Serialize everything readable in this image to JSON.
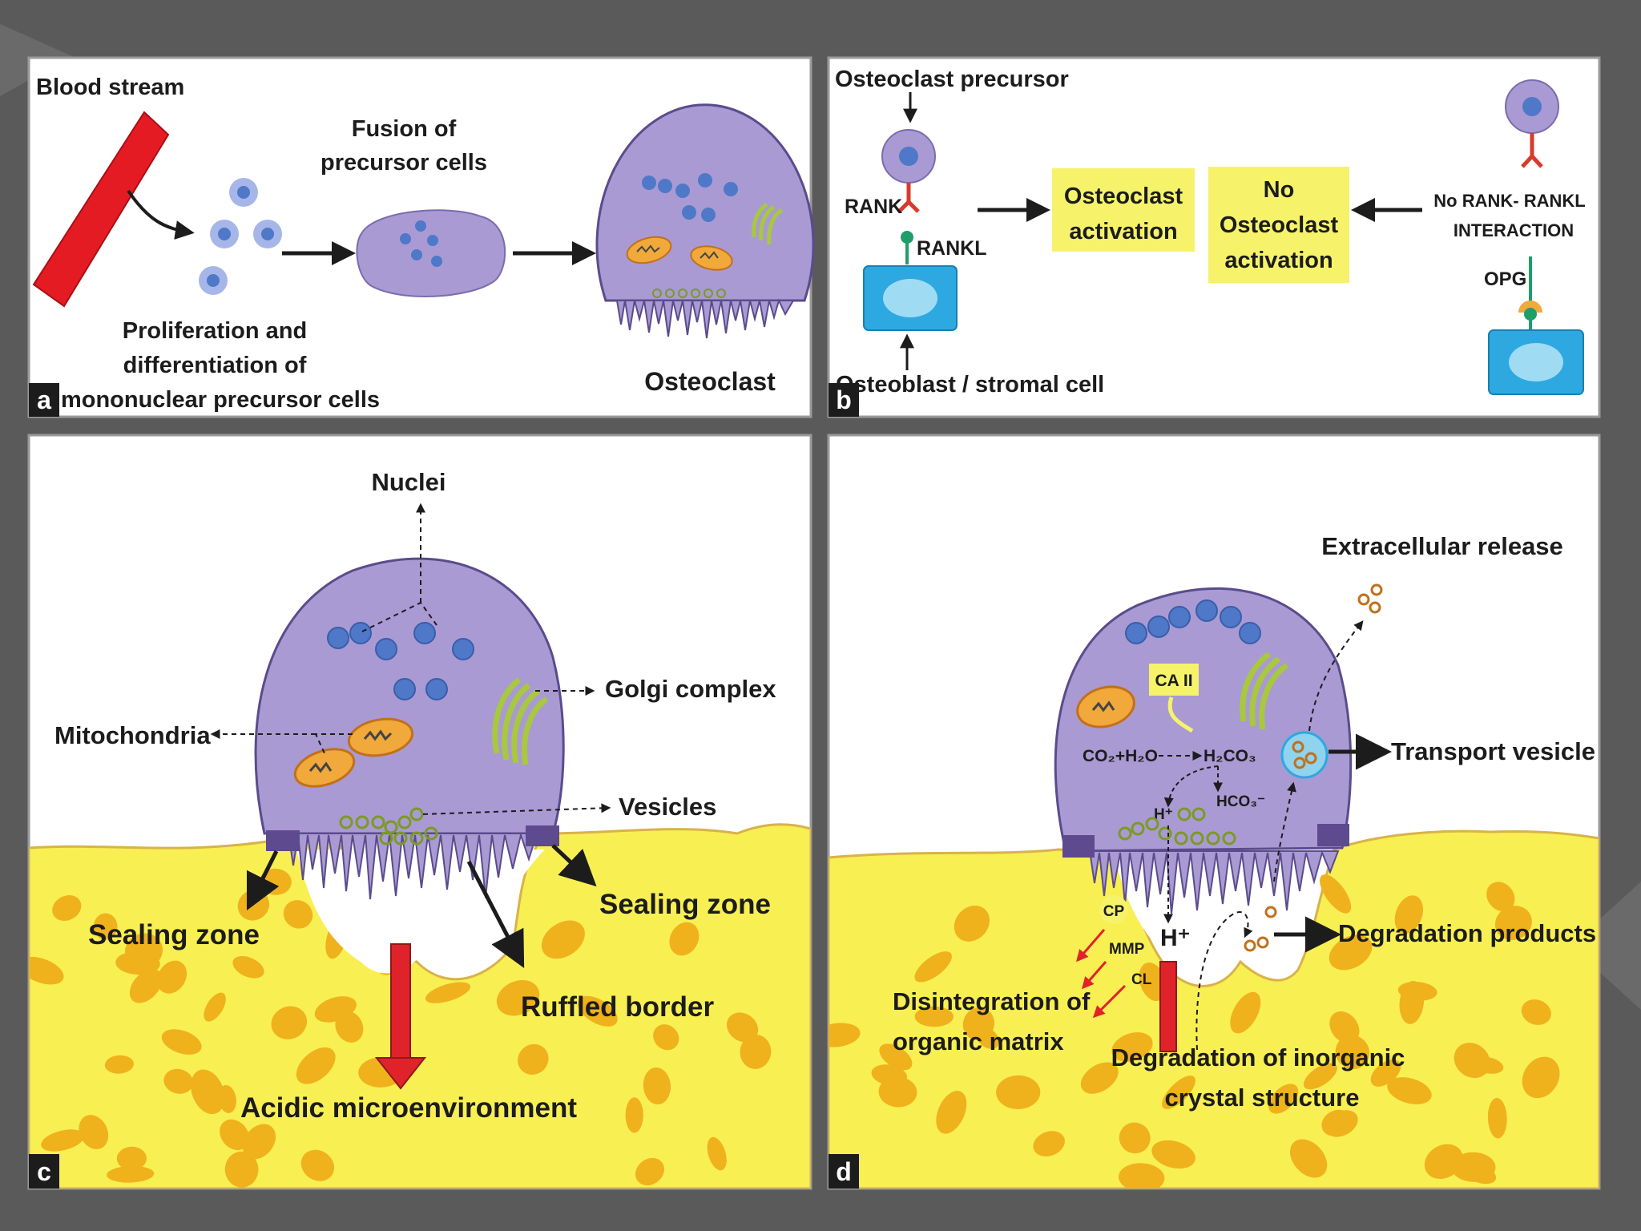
{
  "colors": {
    "background": "#5a5a5a",
    "panel_bg": "#ffffff",
    "cell": "#a99ad3",
    "nucleus": "#4f78c9",
    "bone": "#f8ef53",
    "bone_spot": "#efb21c",
    "sealing": "#5d4a8f",
    "mitochondria": "#f0a93a",
    "golgi": "#a8c83e",
    "vesicle": "#a8c83e",
    "highlight": "#f6f36a",
    "osteoblast": "#2ea8e0",
    "red_arrow": "#e0232a",
    "blood": "#e51b24"
  },
  "panels": {
    "a": {
      "tag": "a",
      "blood_stream": "Blood stream",
      "fusion_line1": "Fusion of",
      "fusion_line2": "precursor cells",
      "prolif_line1": "Proliferation and",
      "prolif_line2": "differentiation of",
      "prolif_line3": "mononuclear precursor cells",
      "osteoclast": "Osteoclast"
    },
    "b": {
      "tag": "b",
      "precursor": "Osteoclast precursor",
      "rank": "RANK",
      "rankl": "RANKL",
      "activation_line1": "Osteoclast",
      "activation_line2": "activation",
      "no_activation_line1": "No",
      "no_activation_line2": "Osteoclast",
      "no_activation_line3": "activation",
      "no_interaction_line1": "No RANK- RANKL",
      "no_interaction_line2": "INTERACTION",
      "opg": "OPG",
      "osteoblast": "Osteoblast / stromal cell"
    },
    "c": {
      "tag": "c",
      "nuclei": "Nuclei",
      "golgi": "Golgi complex",
      "mitochondria": "Mitochondria",
      "vesicles": "Vesicles",
      "sealing_left": "Sealing zone",
      "sealing_right": "Sealing zone",
      "ruffled": "Ruffled border",
      "acidic": "Acidic microenvironment"
    },
    "d": {
      "tag": "d",
      "extracellular": "Extracellular release",
      "ca2": "CA II",
      "equation_left": "CO₂+H₂O",
      "equation_right": "H₂CO₃",
      "bicarbonate": "HCO₃⁻",
      "proton_small": "H⁺",
      "proton_large": "H⁺",
      "transport": "Transport vesicle",
      "cp": "CP",
      "mmp": "MMP",
      "cl": "CL",
      "degradation_products": "Degradation products",
      "organic_line1": "Disintegration of",
      "organic_line2": "organic matrix",
      "inorganic_line1": "Degradation of inorganic",
      "inorganic_line2": "crystal structure"
    }
  }
}
